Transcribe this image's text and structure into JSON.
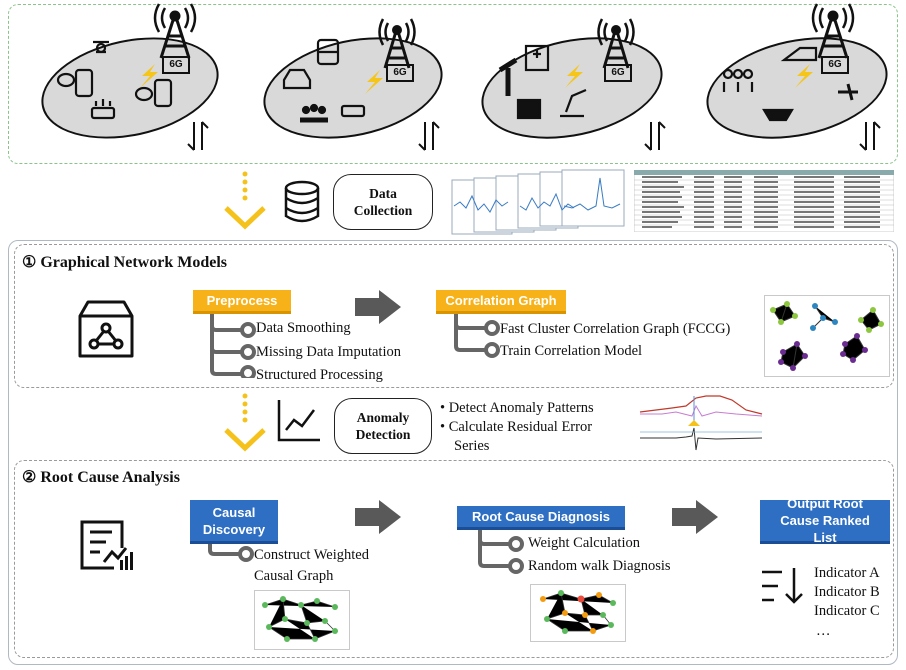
{
  "data_collection": {
    "label": "Data Collection"
  },
  "section1": {
    "title": "① Graphical Network Models",
    "preprocess": {
      "tag": "Preprocess",
      "items": [
        "Data Smoothing",
        "Missing Data Imputation",
        "Structured Processing"
      ]
    },
    "correlation": {
      "tag": "Correlation Graph",
      "items": [
        "Fast Cluster Correlation Graph (FCCG)",
        "Train Correlation Model"
      ]
    }
  },
  "anomaly": {
    "label": "Anomaly Detection",
    "bullets": [
      "Detect Anomaly Patterns",
      "Calculate Residual Error",
      "Series"
    ]
  },
  "section2": {
    "title": "② Root Cause Analysis",
    "causal": {
      "tag": "Causal Discovery",
      "items": [
        "Construct Weighted",
        "Causal Graph"
      ]
    },
    "diagnosis": {
      "tag": "Root Cause Diagnosis",
      "items": [
        "Weight Calculation",
        "Random walk Diagnosis"
      ]
    },
    "output": {
      "tag": "Output Root Cause Ranked List",
      "items": [
        "Indicator A",
        "Indicator B",
        "Indicator C",
        "…"
      ]
    }
  },
  "badges": [
    "6G",
    "6G",
    "6G",
    "6G"
  ],
  "colors": {
    "orange": "#f7b21a",
    "blue": "#2f6fc3",
    "gold_arrow": "#f5c21b",
    "gray_arrow": "#595959",
    "lightning": "#f6c51a"
  }
}
